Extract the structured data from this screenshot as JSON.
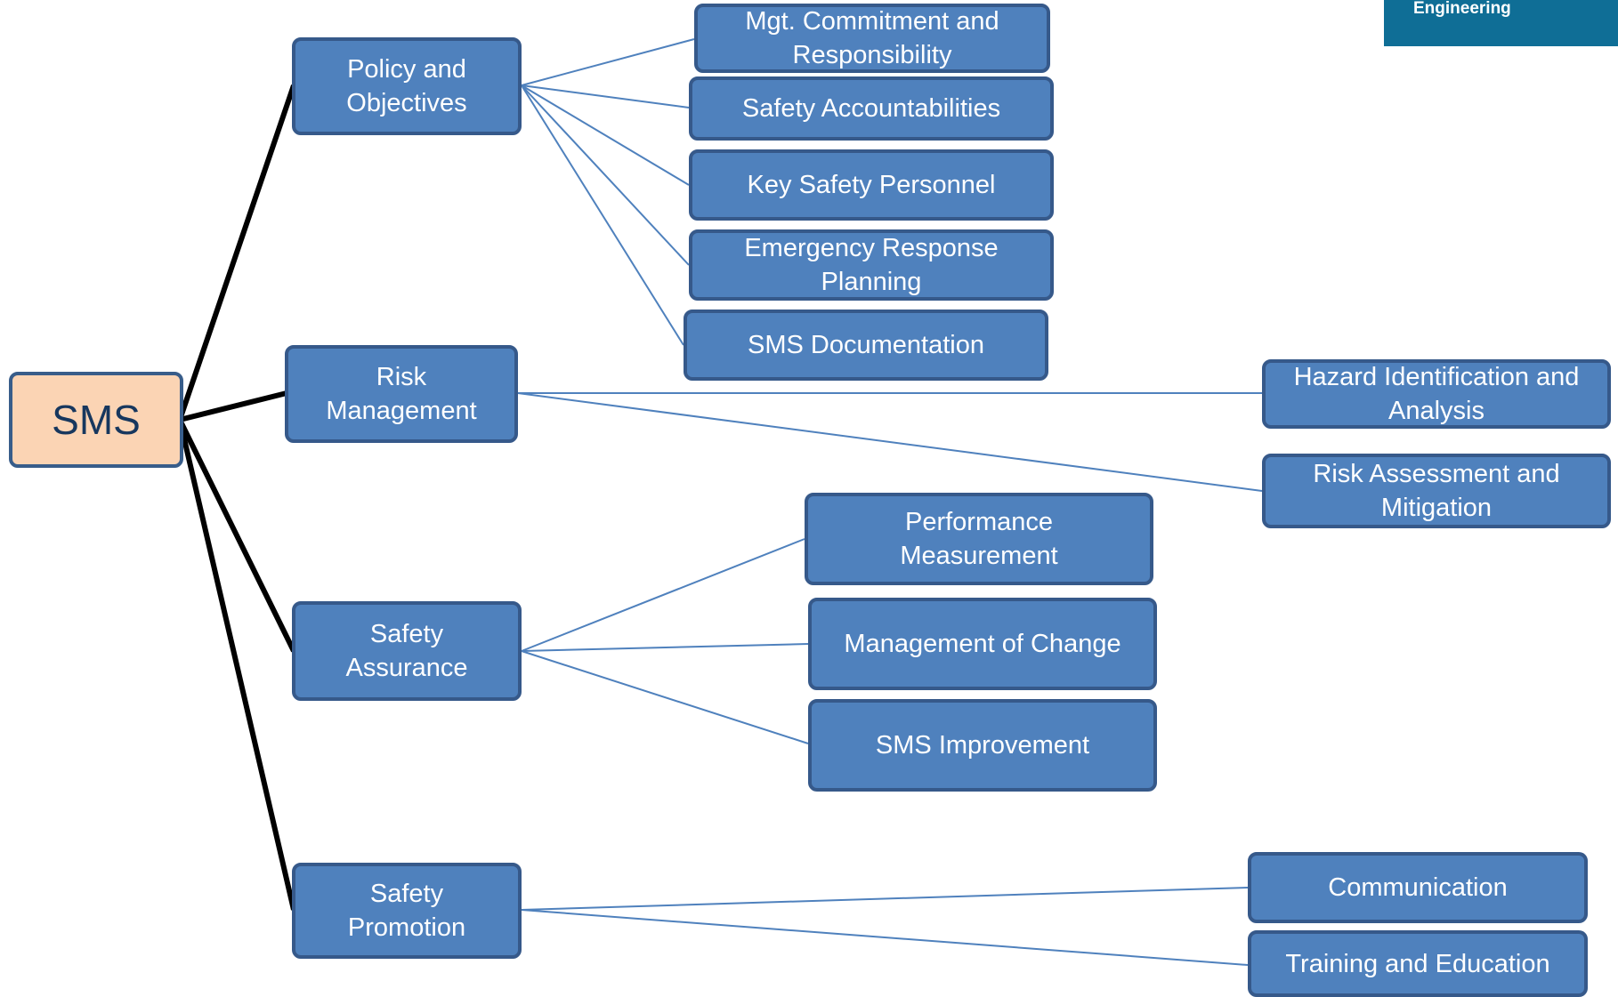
{
  "logo": {
    "text": "Engineering"
  },
  "colors": {
    "root_fill": "#fbd4b4",
    "node_fill": "#4f81bd",
    "node_border": "#36598a",
    "root_text": "#17375e",
    "node_text": "#ffffff",
    "primary_connector": "#000000",
    "secondary_connector": "#4f81bd"
  },
  "diagram": {
    "root": {
      "label": "SMS"
    },
    "pillars": [
      {
        "label": "Policy and\nObjectives",
        "children": [
          "Mgt. Commitment and\nResponsibility",
          "Safety Accountabilities",
          "Key Safety Personnel",
          "Emergency Response\nPlanning",
          "SMS Documentation"
        ]
      },
      {
        "label": "Risk\nManagement",
        "children": [
          "Hazard Identification and\nAnalysis",
          "Risk Assessment and\nMitigation"
        ]
      },
      {
        "label": "Safety\nAssurance",
        "children": [
          "Performance\nMeasurement",
          "Management of Change",
          "SMS Improvement"
        ]
      },
      {
        "label": "Safety\nPromotion",
        "children": [
          "Communication",
          "Training and Education"
        ]
      }
    ]
  }
}
